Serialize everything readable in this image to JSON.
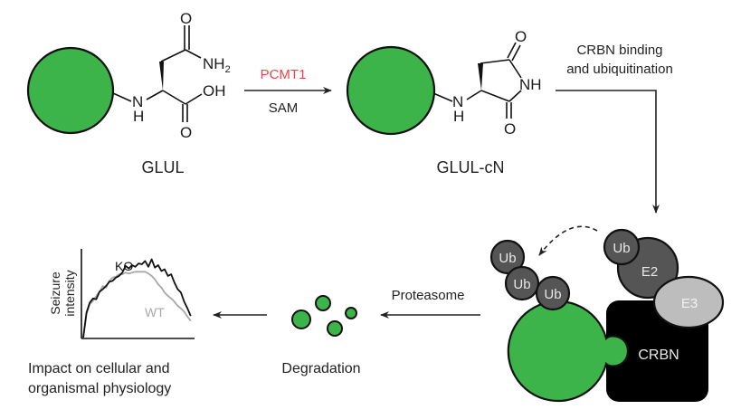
{
  "colors": {
    "protein_green": "#3cb44a",
    "enzyme_red": "#f0424a",
    "ub_dark_gray": "#555555",
    "e3_light_gray": "#bdbdbd",
    "crbn_black": "#000000",
    "wt_line_gray": "#a8a8a8"
  },
  "step1": {
    "substrate_label": "GLUL",
    "atoms": {
      "n": "N",
      "h": "H",
      "o_top": "O",
      "nh2": "NH",
      "nh2_sub": "2",
      "oh": "OH",
      "o_bottom": "O"
    }
  },
  "reaction_arrow": {
    "enzyme": "PCMT1",
    "cofactor": "SAM"
  },
  "step2": {
    "product_label": "GLUL-cN",
    "atoms": {
      "n": "N",
      "h": "H",
      "o_top": "O",
      "nh": "NH",
      "o_bottom": "O"
    }
  },
  "crbn_arrow": {
    "line1": "CRBN binding",
    "line2": "and ubiquitination"
  },
  "complex": {
    "ub_chain": [
      "Ub",
      "Ub",
      "Ub"
    ],
    "e2_ub": "Ub",
    "e2": "E2",
    "e3": "E3",
    "crbn": "CRBN"
  },
  "proteasome_arrow": {
    "label": "Proteasome"
  },
  "degradation": {
    "label": "Degradation"
  },
  "impact": {
    "line1": "Impact on cellular and",
    "line2": "organismal physiology"
  },
  "chart_data": {
    "type": "line",
    "title": "",
    "xlabel": "",
    "ylabel": "Seizure intensity",
    "ylabel_lines": [
      "Seizure",
      "intensity"
    ],
    "xlim": [
      0,
      1
    ],
    "ylim": [
      0,
      1
    ],
    "grid": false,
    "legend": "inline-labels",
    "series": [
      {
        "name": "KO",
        "color": "#111111",
        "x": [
          0.0,
          0.03,
          0.06,
          0.09,
          0.12,
          0.15,
          0.18,
          0.21,
          0.24,
          0.27,
          0.3,
          0.33,
          0.36,
          0.39,
          0.42,
          0.45,
          0.48,
          0.51,
          0.54,
          0.57,
          0.6,
          0.63,
          0.66,
          0.69,
          0.72,
          0.75,
          0.78,
          0.81,
          0.84,
          0.87,
          0.9,
          0.93,
          0.96,
          0.99
        ],
        "values": [
          0.0,
          0.3,
          0.42,
          0.47,
          0.46,
          0.55,
          0.58,
          0.62,
          0.67,
          0.68,
          0.72,
          0.74,
          0.78,
          0.86,
          0.83,
          0.87,
          0.85,
          0.89,
          0.88,
          0.92,
          0.85,
          0.94,
          0.84,
          0.87,
          0.8,
          0.82,
          0.74,
          0.76,
          0.66,
          0.58,
          0.54,
          0.43,
          0.35,
          0.26
        ]
      },
      {
        "name": "WT",
        "color": "#a8a8a8",
        "x": [
          0.0,
          0.03,
          0.06,
          0.09,
          0.12,
          0.15,
          0.18,
          0.21,
          0.24,
          0.27,
          0.3,
          0.33,
          0.36,
          0.39,
          0.42,
          0.45,
          0.48,
          0.51,
          0.54,
          0.57,
          0.6,
          0.63,
          0.66,
          0.69,
          0.72,
          0.75,
          0.78,
          0.81,
          0.84,
          0.87,
          0.9,
          0.93,
          0.96,
          0.99
        ],
        "values": [
          0.0,
          0.28,
          0.4,
          0.44,
          0.5,
          0.55,
          0.62,
          0.6,
          0.68,
          0.72,
          0.73,
          0.76,
          0.76,
          0.78,
          0.77,
          0.78,
          0.79,
          0.79,
          0.79,
          0.79,
          0.77,
          0.74,
          0.7,
          0.64,
          0.6,
          0.54,
          0.5,
          0.47,
          0.43,
          0.38,
          0.35,
          0.31,
          0.25,
          0.2
        ]
      }
    ]
  }
}
